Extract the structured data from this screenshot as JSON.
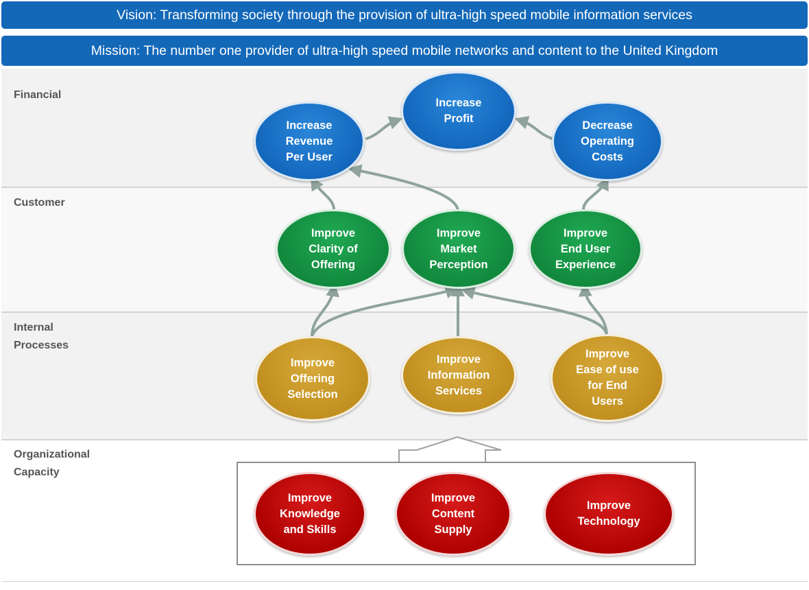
{
  "vision": "Vision: Transforming society through the provision of ultra-high speed mobile information services",
  "mission": "Mission: The number one provider of ultra-high speed mobile networks and content to the United Kingdom",
  "perspectives": {
    "financial": "Financial",
    "customer": "Customer",
    "internal": "Internal\nProcesses",
    "org": "Organizational\nCapacity"
  },
  "objectives": {
    "revenue": "Increase\nRevenue\nPer User",
    "profit": "Increase\nProfit",
    "costs": "Decrease\nOperating\nCosts",
    "clarity": "Improve\nClarity of\nOffering",
    "perception": "Improve\nMarket\nPerception",
    "experience": "Improve\nEnd User\nExperience",
    "selection": "Improve\nOffering\nSelection",
    "information": "Improve\nInformation\nServices",
    "ease": "Improve\nEase of use\nfor End\nUsers",
    "knowledge": "Improve\nKnowledge\nand Skills",
    "content": "Improve\nContent\nSupply",
    "technology": "Improve\nTechnology"
  },
  "colors": {
    "banner": "#1368b8",
    "financial": "#1266bb",
    "customer": "#11873b",
    "internal": "#c08e1e",
    "org": "#ad0000",
    "connector": "#8fa39c"
  }
}
